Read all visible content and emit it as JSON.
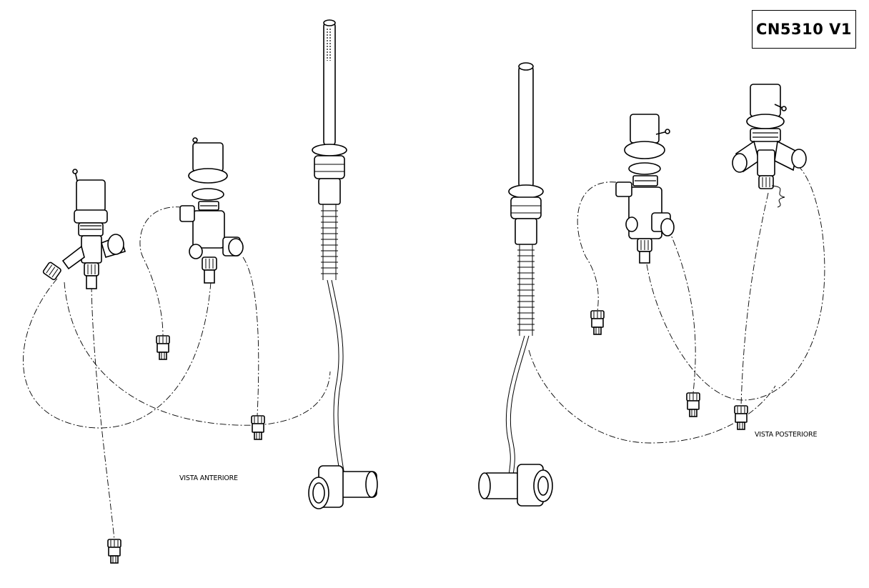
{
  "drawing_code": "CN5310 V1",
  "labels": {
    "front_view": "VISTA ANTERIORE",
    "rear_view": "VISTA POSTERIORE"
  }
}
